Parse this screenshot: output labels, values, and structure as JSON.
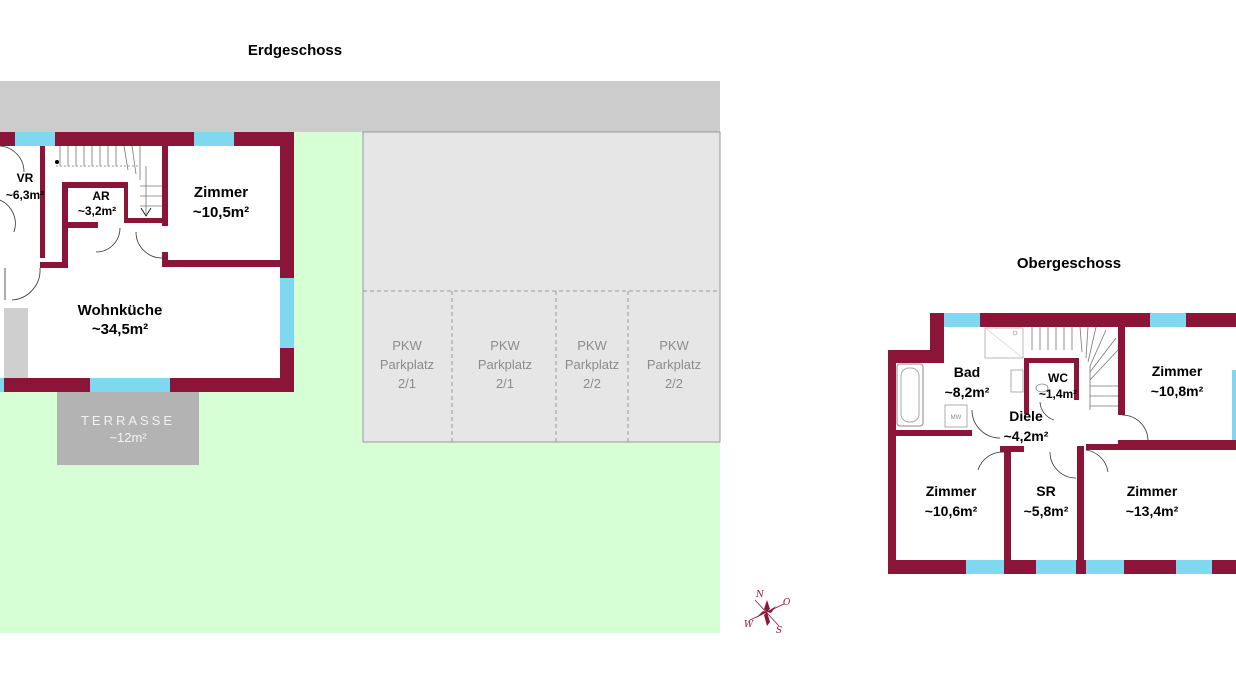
{
  "headings": {
    "ground_floor": "Erdgeschoss",
    "upper_floor": "Obergeschoss"
  },
  "ground_floor": {
    "vr": {
      "name": "VR",
      "area": "~6,3m²"
    },
    "ar": {
      "name": "AR",
      "area": "~3,2m²"
    },
    "zimmer": {
      "name": "Zimmer",
      "area": "~10,5m²"
    },
    "wohnkueche": {
      "name": "Wohnküche",
      "area": "~34,5m²"
    },
    "terrace": {
      "name": "TERRASSE",
      "area": "~12m²"
    }
  },
  "parking": [
    {
      "l1": "PKW",
      "l2": "Parkplatz",
      "l3": "2/1"
    },
    {
      "l1": "PKW",
      "l2": "Parkplatz",
      "l3": "2/1"
    },
    {
      "l1": "PKW",
      "l2": "Parkplatz",
      "l3": "2/2"
    },
    {
      "l1": "PKW",
      "l2": "Parkplatz",
      "l3": "2/2"
    }
  ],
  "upper_floor": {
    "bad": {
      "name": "Bad",
      "area": "~8,2m²"
    },
    "wc": {
      "name": "WC",
      "area": "~1,4m²"
    },
    "zimmer_ne": {
      "name": "Zimmer",
      "area": "~10,8m²"
    },
    "diele": {
      "name": "Diele",
      "area": "~4,2m²"
    },
    "zimmer_sw": {
      "name": "Zimmer",
      "area": "~10,6m²"
    },
    "sr": {
      "name": "SR",
      "area": "~5,8m²"
    },
    "zimmer_se": {
      "name": "Zimmer",
      "area": "~13,4m²"
    },
    "mw": "MW"
  },
  "compass": {
    "n": "N",
    "o": "O",
    "s": "S",
    "w": "W"
  },
  "colors": {
    "wall": "#8a1538",
    "window": "#7fd8f0",
    "garden": "#d6ffd6",
    "paving": "#cccccc",
    "parking": "#e6e6e6",
    "terrace": "#b3b3b3"
  }
}
